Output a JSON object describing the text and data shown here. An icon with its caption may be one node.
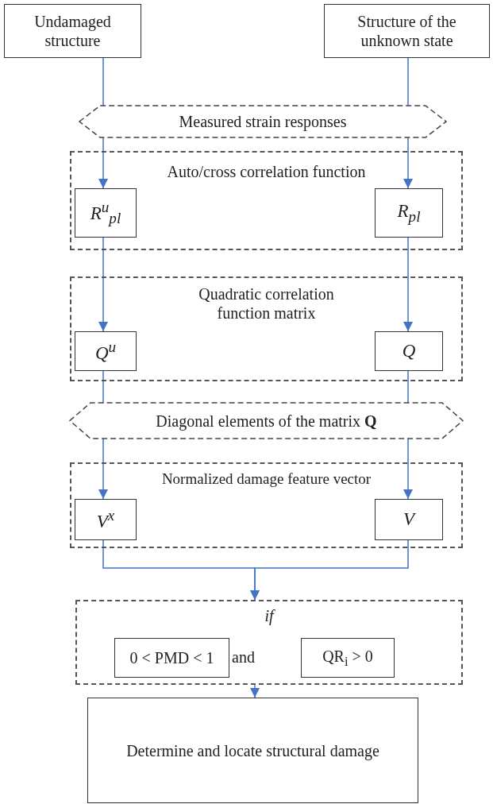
{
  "diagram": {
    "nodes": [
      {
        "text": [
          "Undamaged structure"
        ]
      },
      {
        "text": [
          "Structure of the unknown state"
        ]
      },
      {
        "text": [
          "Measured strain responses"
        ]
      },
      {
        "text": [
          "Auto/cross correlation function"
        ]
      },
      {
        "text": [
          "R$^{u}$$_{pl}$"
        ],
        "in": 3
      },
      {
        "text": [
          "R$_{pl}$"
        ],
        "in": 3
      },
      {
        "text": [
          "Quadratic correlation function matrix"
        ]
      },
      {
        "text": [
          "Q$^{u}$"
        ],
        "in": 6
      },
      {
        "text": [
          "Q"
        ],
        "in": 6
      },
      {
        "text": [
          "Diagonal elements of the matrix **Q**"
        ]
      },
      {
        "text": [
          "Normalized damage feature vector"
        ]
      },
      {
        "text": [
          "V$^{x}$"
        ],
        "in": 10
      },
      {
        "text": [
          "V"
        ],
        "in": 10
      },
      {
        "text": [
          "if",
          "and"
        ]
      },
      {
        "text": [
          "0 < PMD < 1"
        ],
        "in": 13
      },
      {
        "text": [
          "QR$_{i}$ > 0"
        ],
        "in": 13
      },
      {
        "text": [
          "Determine and locate structural damage"
        ]
      }
    ],
    "edges": [
      {
        "from": 0,
        "to": 2,
        "arrow": "none"
      },
      {
        "from": 1,
        "to": 2,
        "arrow": "none"
      },
      {
        "from": 2,
        "to": 4,
        "arrow": "to"
      },
      {
        "from": 2,
        "to": 5,
        "arrow": "to"
      },
      {
        "from": 4,
        "to": 7,
        "arrow": "to"
      },
      {
        "from": 5,
        "to": 8,
        "arrow": "to"
      },
      {
        "from": 7,
        "to": 9,
        "arrow": "none"
      },
      {
        "from": 8,
        "to": 9,
        "arrow": "none"
      },
      {
        "from": 9,
        "to": 11,
        "arrow": "to"
      },
      {
        "from": 9,
        "to": 12,
        "arrow": "to"
      },
      {
        "from": 11,
        "to": 13,
        "arrow": "to"
      },
      {
        "from": 12,
        "to": 13,
        "arrow": "to"
      },
      {
        "from": 13,
        "to": 16,
        "arrow": "to"
      }
    ]
  }
}
